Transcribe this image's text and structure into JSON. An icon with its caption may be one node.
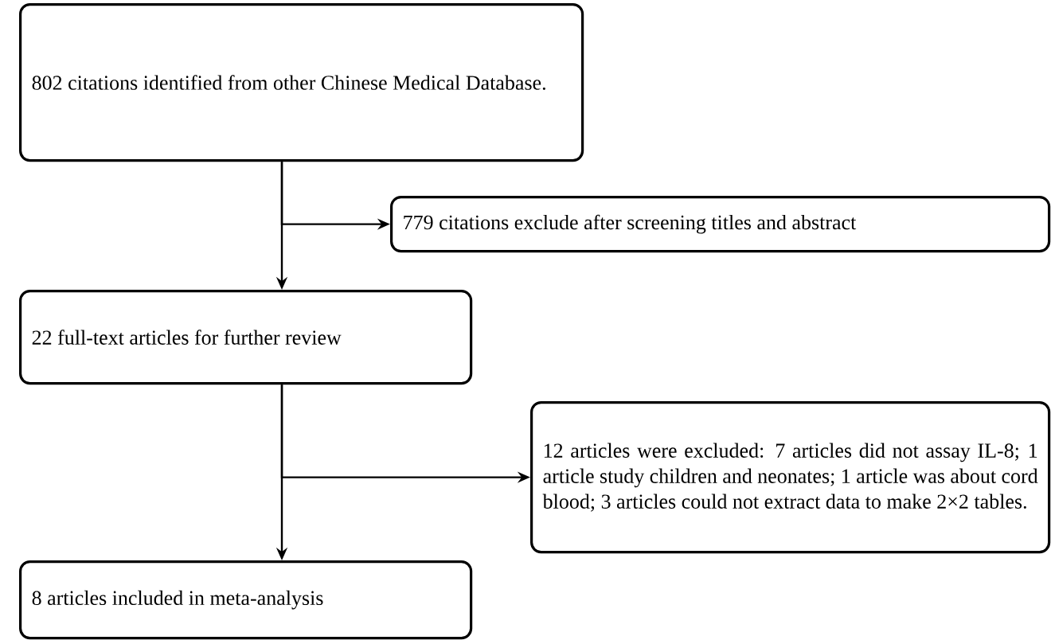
{
  "diagram": {
    "nodes": [
      {
        "text": [
          "802 citations identified from other Chinese Medical Database."
        ]
      },
      {
        "text": [
          "779 citations exclude after screening titles and abstract"
        ]
      },
      {
        "text": [
          "22 full-text articles for further review"
        ]
      },
      {
        "text": [
          "12 articles were excluded: 7 articles did not assay IL-8; 1 article study children and neonates; 1 article was about cord blood; 3 articles could not extract data to make 2×2 tables."
        ]
      },
      {
        "text": [
          "8 articles included in meta-analysis"
        ]
      }
    ],
    "edges": [
      {
        "from": 0,
        "to": 2,
        "arrow": "to"
      },
      {
        "from": 0,
        "to": 1,
        "arrow": "to"
      },
      {
        "from": 2,
        "to": 4,
        "arrow": "to"
      },
      {
        "from": 2,
        "to": 3,
        "arrow": "to"
      }
    ]
  }
}
